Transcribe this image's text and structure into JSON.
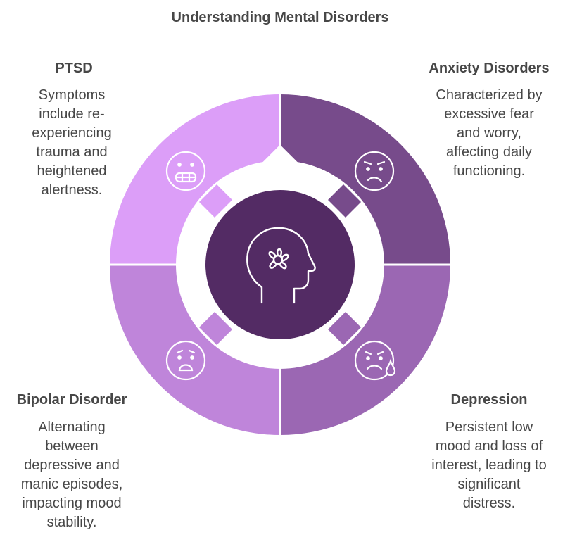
{
  "title": "Understanding Mental Disorders",
  "center": {
    "icon": "head-with-flower-icon",
    "color": "#532b64"
  },
  "segments": [
    {
      "id": "ptsd",
      "heading": "PTSD",
      "lines": [
        "Symptoms",
        "include re-",
        "experiencing",
        "trauma and",
        "heightened",
        "alertness."
      ],
      "icon": "grimacing-face-icon",
      "color": "#dc9ef8"
    },
    {
      "id": "anxiety",
      "heading": "Anxiety Disorders",
      "lines": [
        "Characterized by",
        "excessive fear",
        "and worry,",
        "affecting daily",
        "functioning."
      ],
      "icon": "worried-face-icon",
      "color": "#774b8b"
    },
    {
      "id": "bipolar",
      "heading": "Bipolar Disorder",
      "lines": [
        "Alternating",
        "between",
        "depressive and",
        "manic episodes,",
        "impacting mood",
        "stability."
      ],
      "icon": "distressed-face-icon",
      "color": "#bf85da"
    },
    {
      "id": "depression",
      "heading": "Depression",
      "lines": [
        "Persistent low",
        "mood and loss of",
        "interest, leading to",
        "significant",
        "distress."
      ],
      "icon": "sad-face-with-tear-icon",
      "color": "#9b67b3"
    }
  ]
}
